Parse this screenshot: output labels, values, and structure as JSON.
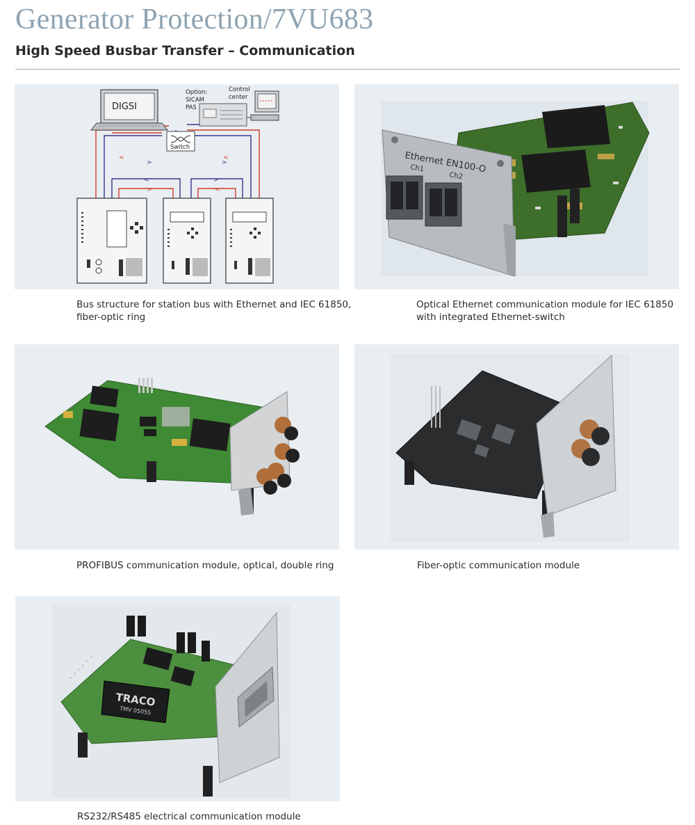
{
  "header": {
    "title": "Generator Protection/7VU683",
    "subtitle": "High Speed Busbar Transfer – Communication"
  },
  "figures": [
    {
      "id": "bus-structure",
      "diagram": {
        "digsi": "DIGSI",
        "switch": "Switch",
        "option_lines": [
          "Option:",
          "SICAM",
          "PAS"
        ],
        "control_lines": [
          "Control",
          "center"
        ]
      },
      "caption_lines": [
        "Bus structure for station bus with Ethernet and IEC 61850,",
        "fiber-optic ring"
      ]
    },
    {
      "id": "optical-ethernet-module",
      "board_text": {
        "label": "Ethernet EN100-O",
        "ch1": "Ch1",
        "ch2": "Ch2"
      },
      "caption_lines": [
        "Optical Ethernet communication module for IEC 61850",
        "with integrated Ethernet-switch"
      ]
    },
    {
      "id": "profibus-module",
      "caption_lines": [
        "PROFIBUS communication module, optical, double ring"
      ]
    },
    {
      "id": "fiber-optic-module",
      "caption_lines": [
        "Fiber-optic communication module"
      ]
    },
    {
      "id": "rs232-rs485-module",
      "board_text": {
        "brand": "TRACO",
        "model": "TMV 0505S"
      },
      "caption_lines": [
        "RS232/RS485 electrical communication module"
      ]
    }
  ],
  "colors": {
    "title": "#8ea3b2",
    "panel_bg": "#e9eef2",
    "ring_red": "#d23a2a",
    "ring_blue": "#35358a"
  }
}
